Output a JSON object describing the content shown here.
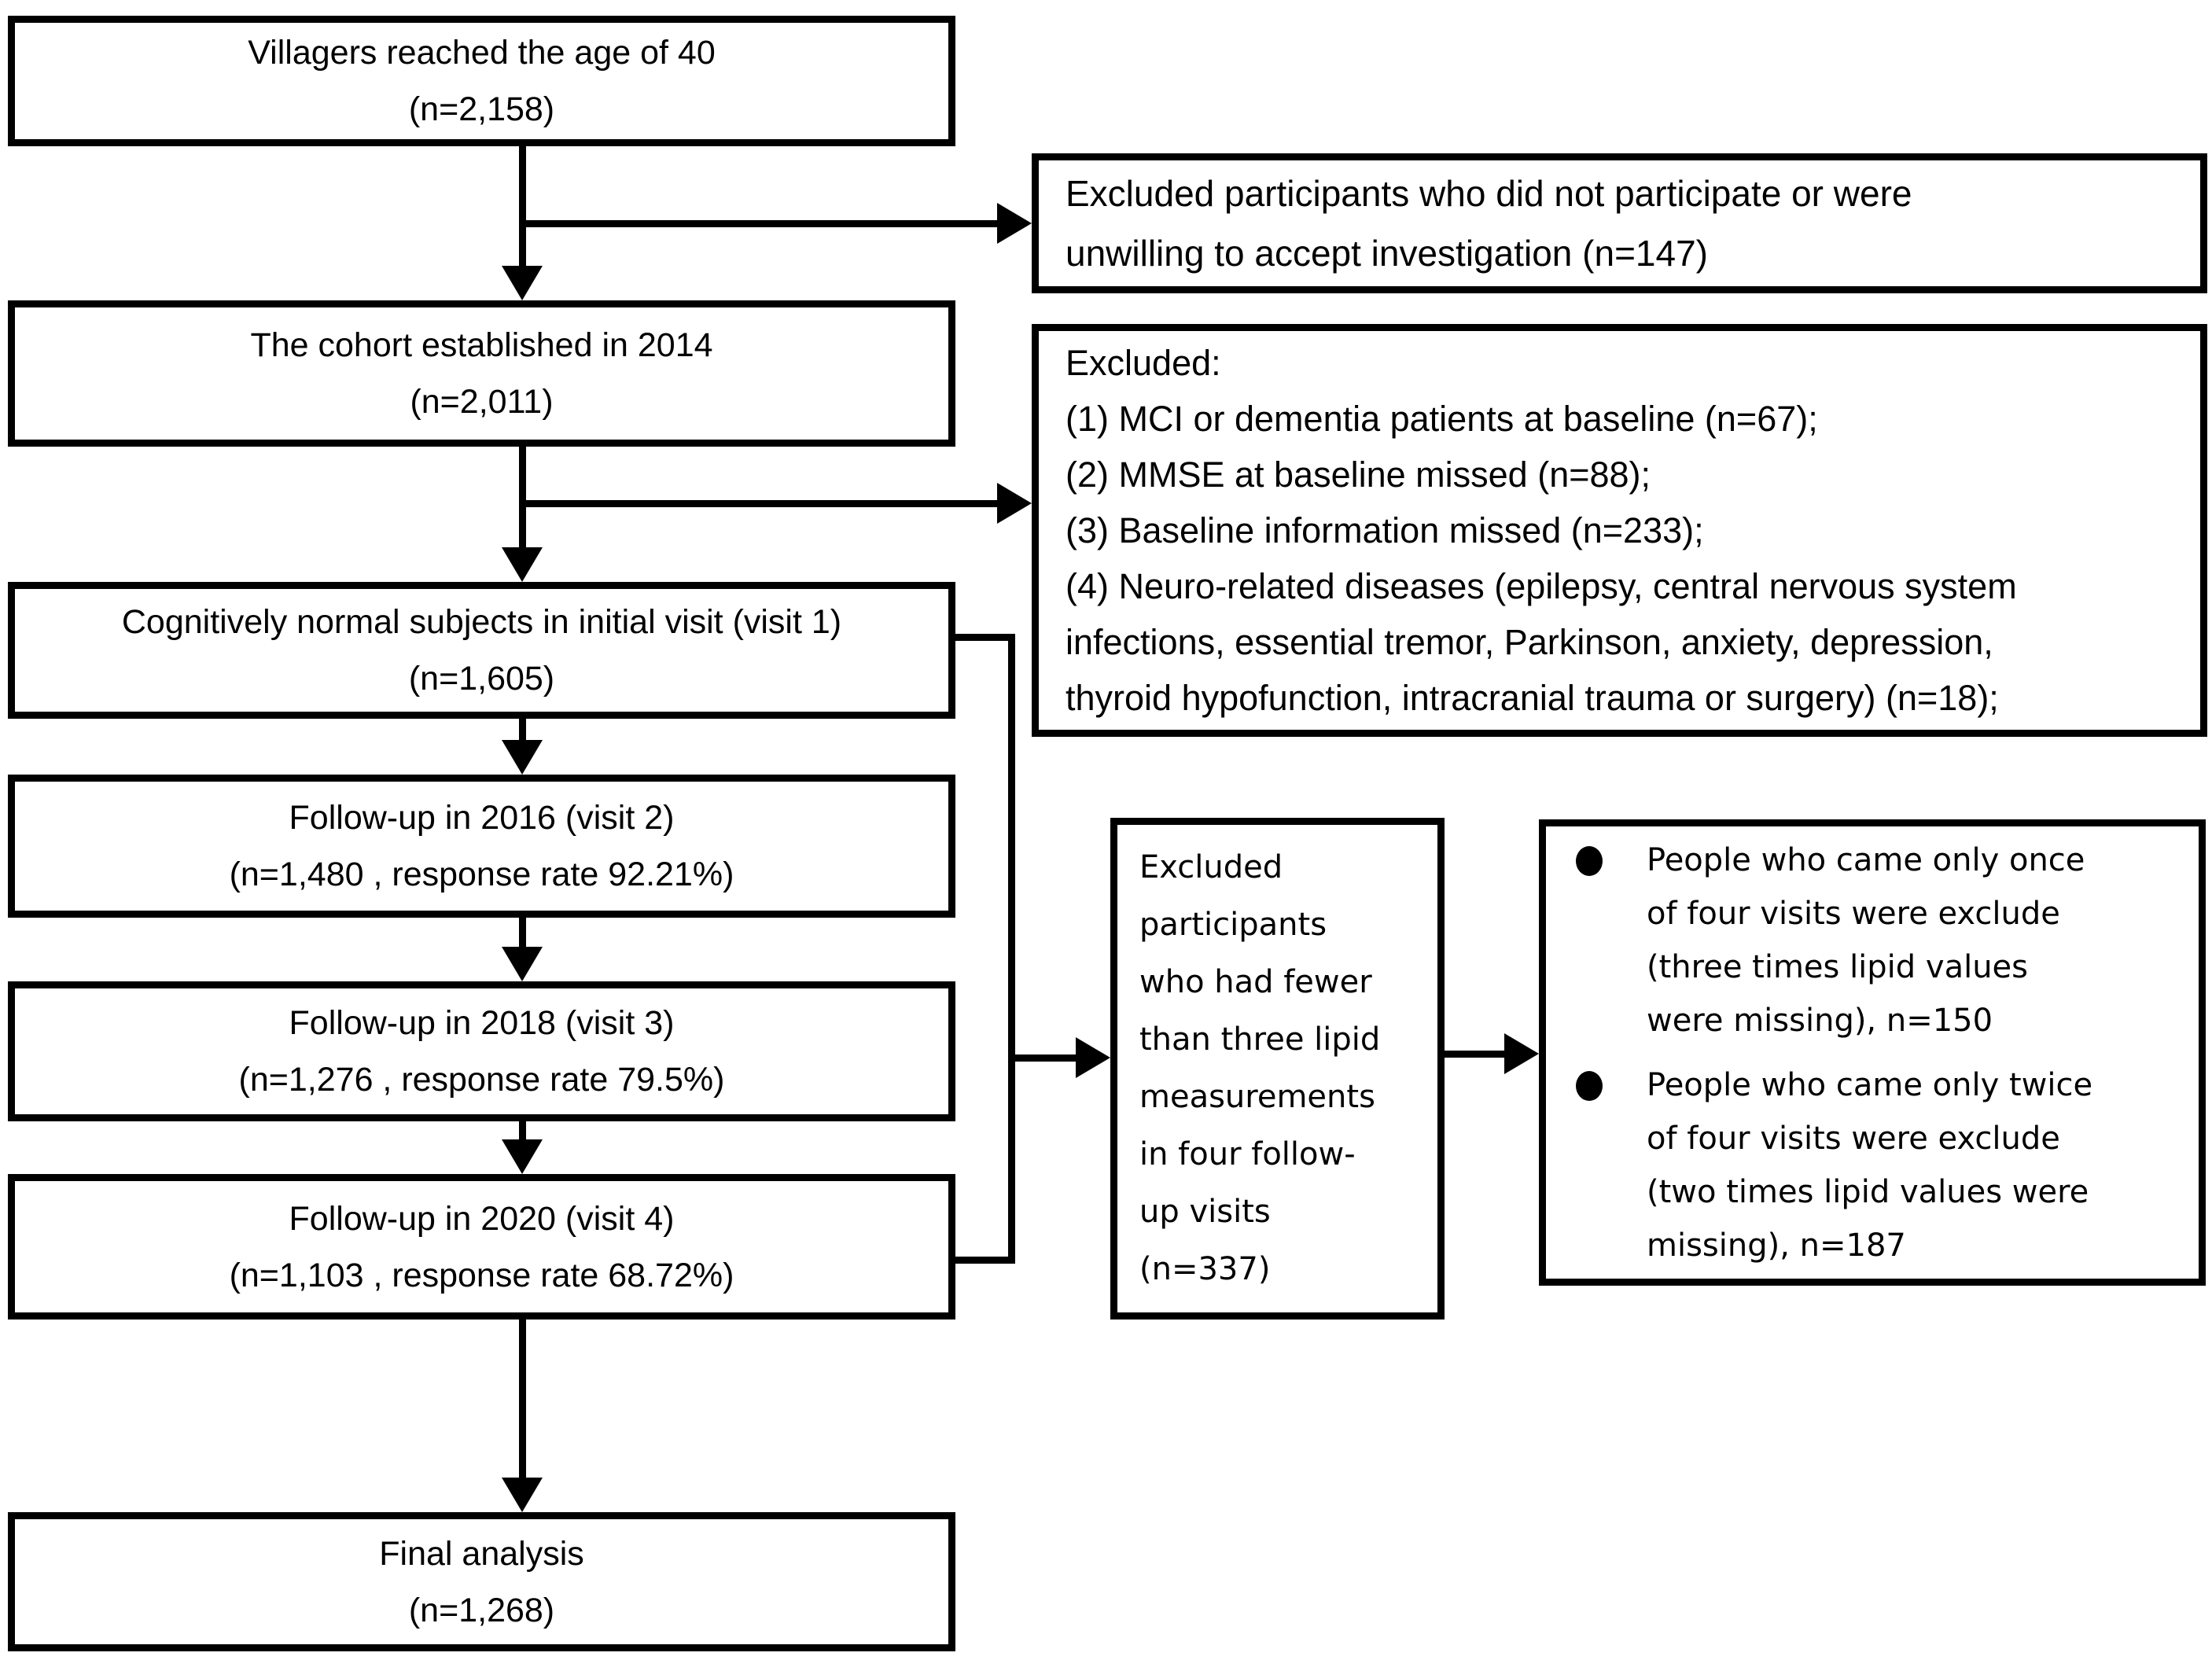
{
  "colors": {
    "background": "#ffffff",
    "line": "#000000",
    "text": "#000000"
  },
  "flow": {
    "boxes": [
      {
        "text": "Villagers reached the age of 40\n(n=2,158)"
      },
      {
        "text": "The cohort established in 2014\n(n=2,011)"
      },
      {
        "text": "Cognitively normal subjects in initial visit (visit 1)\n(n=1,605)"
      },
      {
        "text": "Follow-up in 2016 (visit 2)\n(n=1,480 , response rate 92.21%)"
      },
      {
        "text": "Follow-up in 2018 (visit 3)\n(n=1,276 , response rate 79.5%)"
      },
      {
        "text": "Follow-up in 2020 (visit 4)\n(n=1,103 , response rate 68.72%)"
      },
      {
        "text": "Final analysis\n(n=1,268)"
      }
    ]
  },
  "exclusions": {
    "no_participation": {
      "text": "Excluded participants who did not participate or were\nunwilling to accept investigation (n=147)"
    },
    "baseline": {
      "title": "Excluded:",
      "items": [
        "(1) MCI or dementia patients at baseline (n=67);",
        "(2) MMSE at baseline missed (n=88);",
        "(3) Baseline information missed (n=233);",
        "(4) Neuro-related diseases (epilepsy, central nervous system\ninfections, essential tremor, Parkinson, anxiety, depression,\nthyroid hypofunction, intracranial trauma or surgery) (n=18);"
      ]
    },
    "fewer_lipid": {
      "text": "Excluded\nparticipants\nwho had fewer\nthan three lipid\nmeasurements\nin four follow-\nup visits\n(n=337)"
    },
    "visit_counts": {
      "bullets": [
        "People who came only once\nof four visits were exclude\n(three times lipid values\nwere missing), n=150",
        "People who came only twice\nof four visits were exclude\n(two times lipid values were\nmissing), n=187"
      ]
    }
  }
}
